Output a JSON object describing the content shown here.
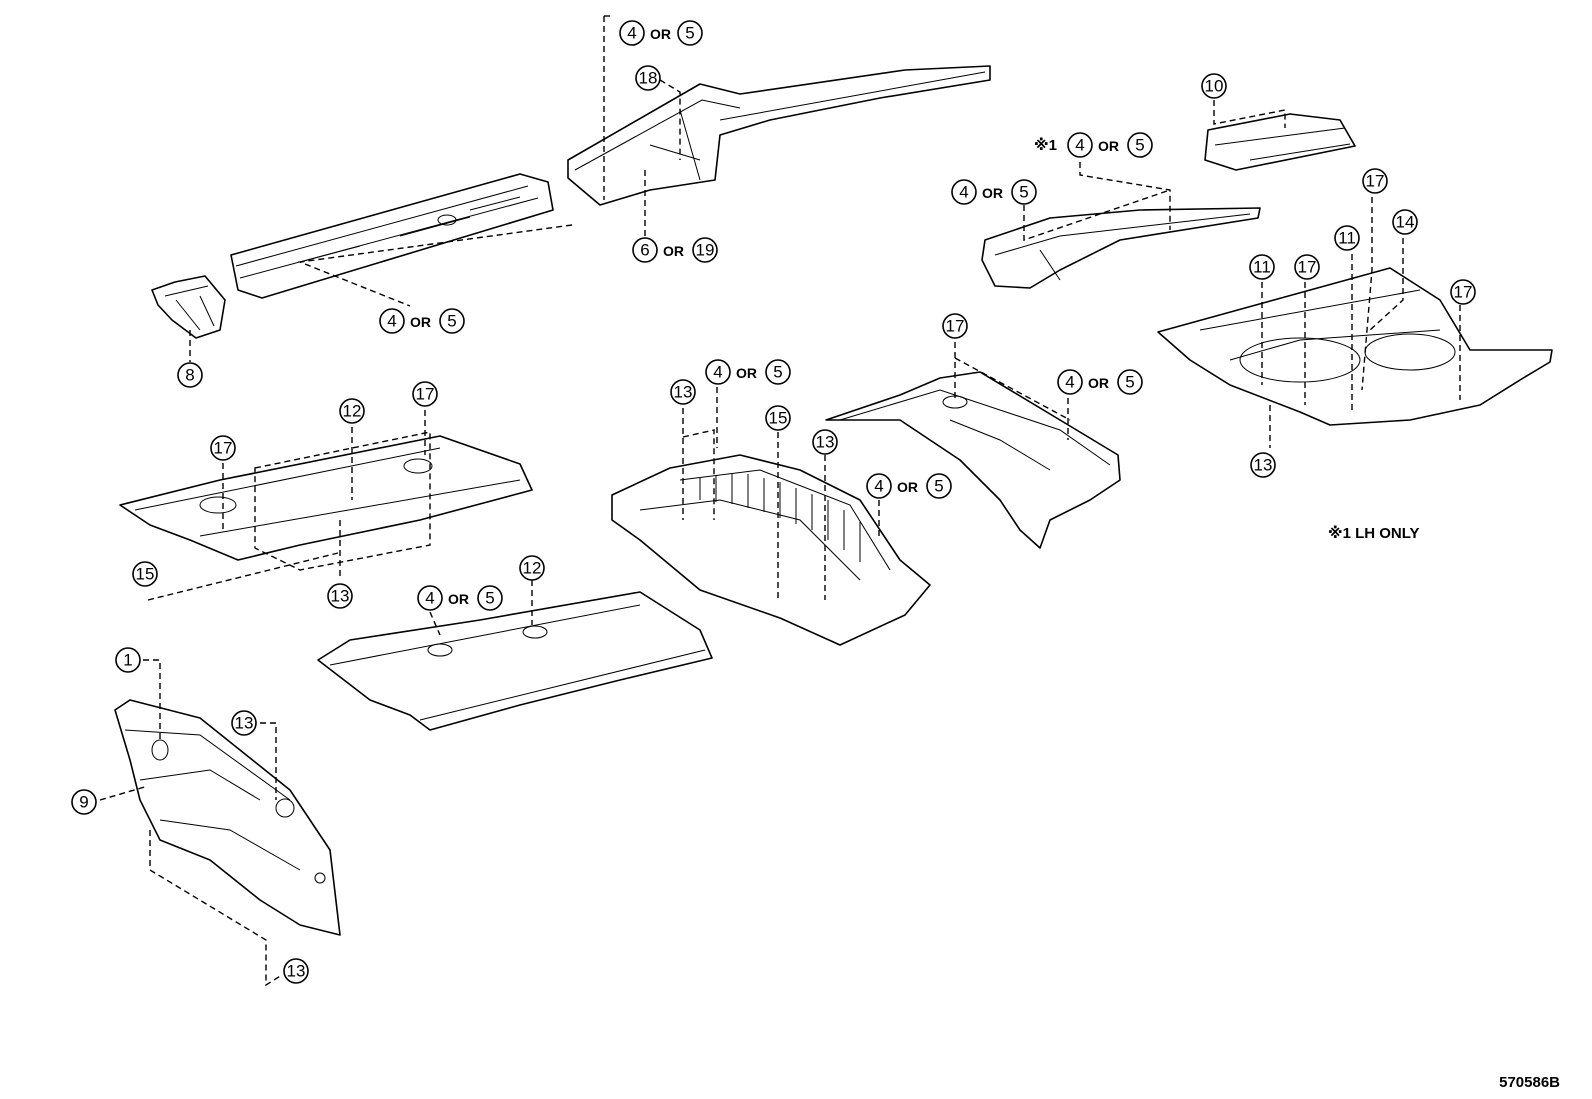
{
  "or_text": "OR",
  "note": {
    "marker": "※1",
    "text": "※1 LH ONLY"
  },
  "diagram_code": "570586B",
  "callouts": [
    "1",
    "4",
    "5",
    "6",
    "8",
    "9",
    "10",
    "11",
    "12",
    "13",
    "14",
    "15",
    "17",
    "18",
    "19"
  ]
}
